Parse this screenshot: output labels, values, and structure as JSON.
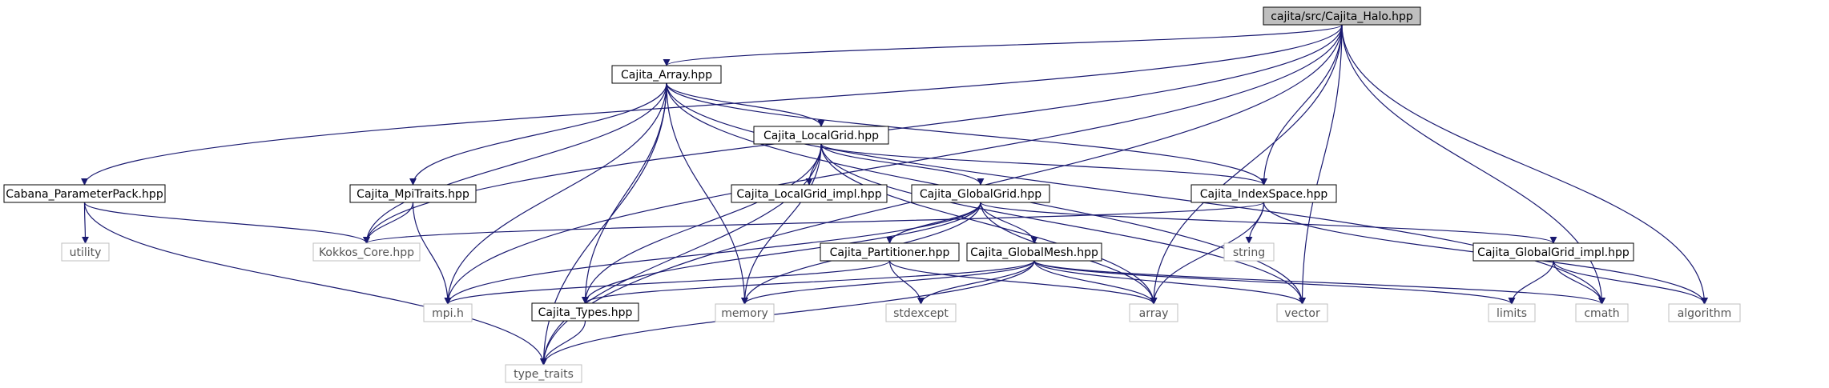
{
  "title": "cajita/src/Cajita_Halo.hpp",
  "colors": {
    "edge": "#191970",
    "root_fill": "#bfbfbf",
    "node_border": "#000000",
    "external_border": "#bfbfbf",
    "external_text": "#555555"
  },
  "nodes": [
    {
      "id": "halo",
      "label": "cajita/src/Cajita_Halo.hpp",
      "kind": "root"
    },
    {
      "id": "array_hpp",
      "label": "Cajita_Array.hpp",
      "kind": "local"
    },
    {
      "id": "paramPack",
      "label": "Cabana_ParameterPack.hpp",
      "kind": "local"
    },
    {
      "id": "localgrid",
      "label": "Cajita_LocalGrid.hpp",
      "kind": "local"
    },
    {
      "id": "mpitraits",
      "label": "Cajita_MpiTraits.hpp",
      "kind": "local"
    },
    {
      "id": "localgrid_impl",
      "label": "Cajita_LocalGrid_impl.hpp",
      "kind": "local"
    },
    {
      "id": "globalgrid",
      "label": "Cajita_GlobalGrid.hpp",
      "kind": "local"
    },
    {
      "id": "indexspace",
      "label": "Cajita_IndexSpace.hpp",
      "kind": "local"
    },
    {
      "id": "partitioner",
      "label": "Cajita_Partitioner.hpp",
      "kind": "local"
    },
    {
      "id": "globalmesh",
      "label": "Cajita_GlobalMesh.hpp",
      "kind": "local"
    },
    {
      "id": "globalgrid_impl",
      "label": "Cajita_GlobalGrid_impl.hpp",
      "kind": "local"
    },
    {
      "id": "types",
      "label": "Cajita_Types.hpp",
      "kind": "local"
    },
    {
      "id": "utility",
      "label": "utility",
      "kind": "external"
    },
    {
      "id": "kokkos",
      "label": "Kokkos_Core.hpp",
      "kind": "external"
    },
    {
      "id": "mpi",
      "label": "mpi.h",
      "kind": "external"
    },
    {
      "id": "memory",
      "label": "memory",
      "kind": "external"
    },
    {
      "id": "stdexcept",
      "label": "stdexcept",
      "kind": "external"
    },
    {
      "id": "array",
      "label": "array",
      "kind": "external"
    },
    {
      "id": "vector",
      "label": "vector",
      "kind": "external"
    },
    {
      "id": "limits",
      "label": "limits",
      "kind": "external"
    },
    {
      "id": "cmath",
      "label": "cmath",
      "kind": "external"
    },
    {
      "id": "algorithm",
      "label": "algorithm",
      "kind": "external"
    },
    {
      "id": "string",
      "label": "string",
      "kind": "external"
    },
    {
      "id": "type_traits",
      "label": "type_traits",
      "kind": "external"
    }
  ],
  "edges": [
    [
      "halo",
      "array_hpp"
    ],
    [
      "halo",
      "paramPack"
    ],
    [
      "halo",
      "kokkos"
    ],
    [
      "halo",
      "mpi"
    ],
    [
      "halo",
      "indexspace"
    ],
    [
      "halo",
      "array"
    ],
    [
      "halo",
      "vector"
    ],
    [
      "halo",
      "algorithm"
    ],
    [
      "halo",
      "cmath"
    ],
    [
      "halo",
      "type_traits"
    ],
    [
      "array_hpp",
      "localgrid"
    ],
    [
      "array_hpp",
      "mpitraits"
    ],
    [
      "array_hpp",
      "kokkos"
    ],
    [
      "array_hpp",
      "mpi"
    ],
    [
      "array_hpp",
      "types"
    ],
    [
      "array_hpp",
      "memory"
    ],
    [
      "array_hpp",
      "indexspace"
    ],
    [
      "array_hpp",
      "vector"
    ],
    [
      "array_hpp",
      "cmath"
    ],
    [
      "array_hpp",
      "type_traits"
    ],
    [
      "paramPack",
      "utility"
    ],
    [
      "paramPack",
      "kokkos"
    ],
    [
      "paramPack",
      "type_traits"
    ],
    [
      "mpitraits",
      "kokkos"
    ],
    [
      "mpitraits",
      "mpi"
    ],
    [
      "localgrid",
      "localgrid_impl"
    ],
    [
      "localgrid",
      "globalgrid"
    ],
    [
      "localgrid",
      "indexspace"
    ],
    [
      "localgrid",
      "types"
    ],
    [
      "localgrid",
      "memory"
    ],
    [
      "localgrid",
      "array"
    ],
    [
      "localgrid",
      "vector"
    ],
    [
      "localgrid",
      "type_traits"
    ],
    [
      "globalgrid",
      "partitioner"
    ],
    [
      "globalgrid",
      "globalmesh"
    ],
    [
      "globalgrid",
      "globalgrid_impl"
    ],
    [
      "globalgrid",
      "types"
    ],
    [
      "globalgrid",
      "mpi"
    ],
    [
      "globalgrid",
      "memory"
    ],
    [
      "globalgrid",
      "array"
    ],
    [
      "indexspace",
      "kokkos"
    ],
    [
      "indexspace",
      "string"
    ],
    [
      "indexspace",
      "array"
    ],
    [
      "indexspace",
      "algorithm"
    ],
    [
      "partitioner",
      "mpi"
    ],
    [
      "partitioner",
      "stdexcept"
    ],
    [
      "partitioner",
      "array"
    ],
    [
      "globalmesh",
      "types"
    ],
    [
      "globalmesh",
      "memory"
    ],
    [
      "globalmesh",
      "stdexcept"
    ],
    [
      "globalmesh",
      "array"
    ],
    [
      "globalmesh",
      "vector"
    ],
    [
      "globalmesh",
      "limits"
    ],
    [
      "globalmesh",
      "cmath"
    ],
    [
      "globalmesh",
      "type_traits"
    ],
    [
      "globalgrid_impl",
      "limits"
    ],
    [
      "globalgrid_impl",
      "cmath"
    ],
    [
      "globalgrid_impl",
      "algorithm"
    ],
    [
      "types",
      "type_traits"
    ]
  ]
}
